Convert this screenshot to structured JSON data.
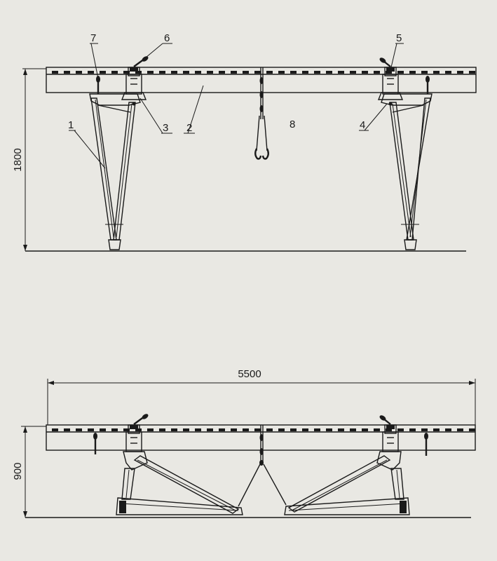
{
  "dimensions": {
    "top_height": "1800",
    "bottom_height": "900",
    "bottom_span": "5500"
  },
  "part_labels": [
    "1",
    "2",
    "3",
    "4",
    "5",
    "6",
    "7",
    "8"
  ]
}
